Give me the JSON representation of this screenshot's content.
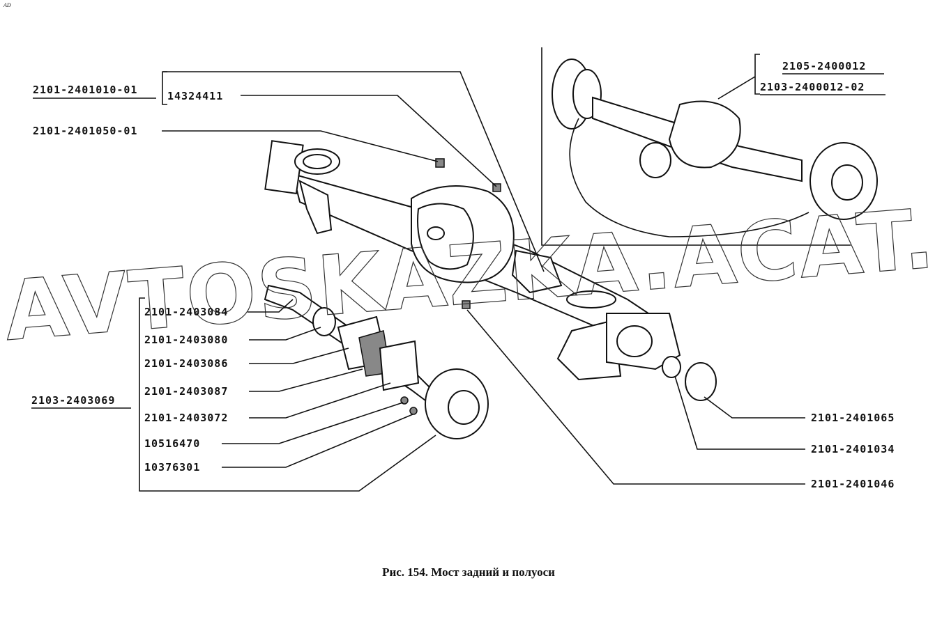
{
  "corner_mark": "AD",
  "caption": "Рис. 154. Мост задний и полуоси",
  "watermark": "AVTOSKAZKA.ACAT.ONLINE",
  "labels": {
    "axle_housing_assembly": "2101-2401010-01",
    "plug": "14324411",
    "breather": "2101-2401050-01",
    "rear_axle_1": "2105-2400012",
    "rear_axle_2": "2103-2400012-02",
    "axle_shaft_assembly": "2103-2403069",
    "left_group": [
      "2101-2403084",
      "2101-2403080",
      "2101-2403086",
      "2101-2403087",
      "2101-2403072",
      "10516470",
      "10376301"
    ],
    "right_group": [
      "2101-2401065",
      "2101-2401034",
      "2101-2401046"
    ]
  }
}
